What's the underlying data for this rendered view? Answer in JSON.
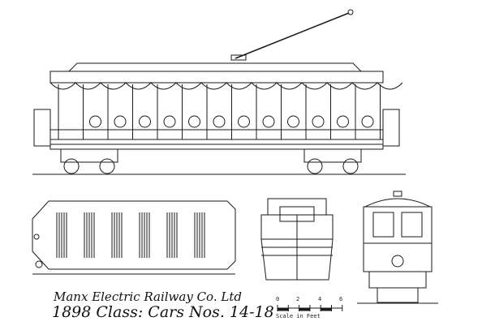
{
  "caption": {
    "company": "Manx Electric Railway Co. Ltd",
    "title": "1898 Class: Cars Nos. 14-18"
  },
  "scale": {
    "ticks": [
      "0",
      "2",
      "4",
      "6"
    ],
    "label": "Scale in Feet"
  },
  "colors": {
    "ink": "#1a1a1a",
    "paper": "#ffffff"
  }
}
